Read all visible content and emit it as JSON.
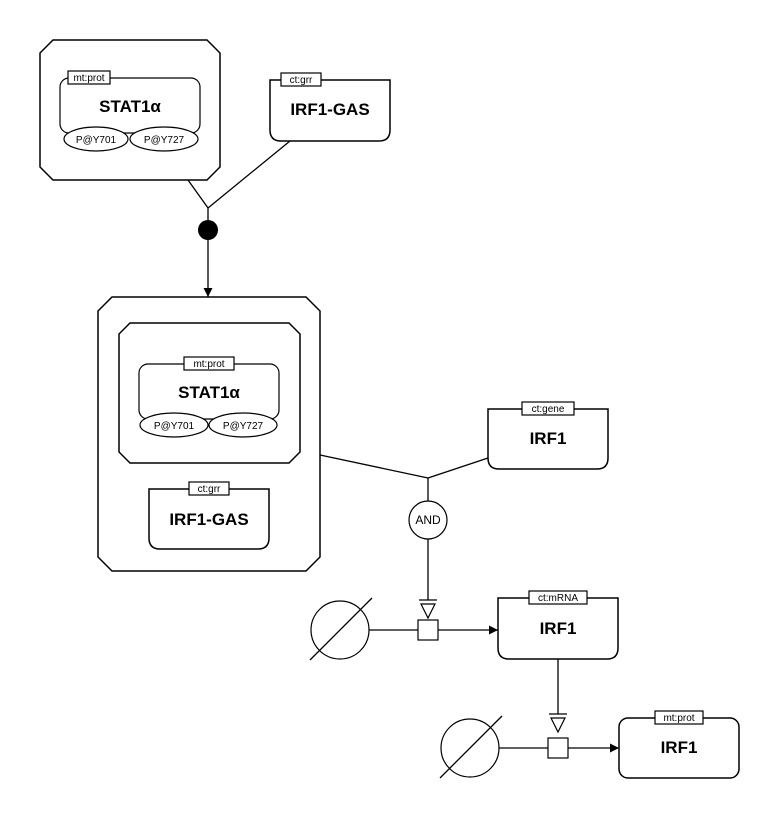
{
  "complexes": {
    "top_complex": {
      "protein": {
        "label": "STAT1α",
        "unit": "mt:prot",
        "states": [
          "P@Y701",
          "P@Y727"
        ]
      }
    },
    "product_complex": {
      "inner_complex": {
        "protein": {
          "label": "STAT1α",
          "unit": "mt:prot",
          "states": [
            "P@Y701",
            "P@Y727"
          ]
        }
      },
      "grr": {
        "label": "IRF1-GAS",
        "unit": "ct:grr"
      }
    }
  },
  "nodes": {
    "grr_top": {
      "label": "IRF1-GAS",
      "unit": "ct:grr"
    },
    "gene": {
      "label": "IRF1",
      "unit": "ct:gene"
    },
    "mrna": {
      "label": "IRF1",
      "unit": "ct:mRNA"
    },
    "protein_product": {
      "label": "IRF1",
      "unit": "mt:prot"
    },
    "and_operator": {
      "label": "AND"
    }
  }
}
